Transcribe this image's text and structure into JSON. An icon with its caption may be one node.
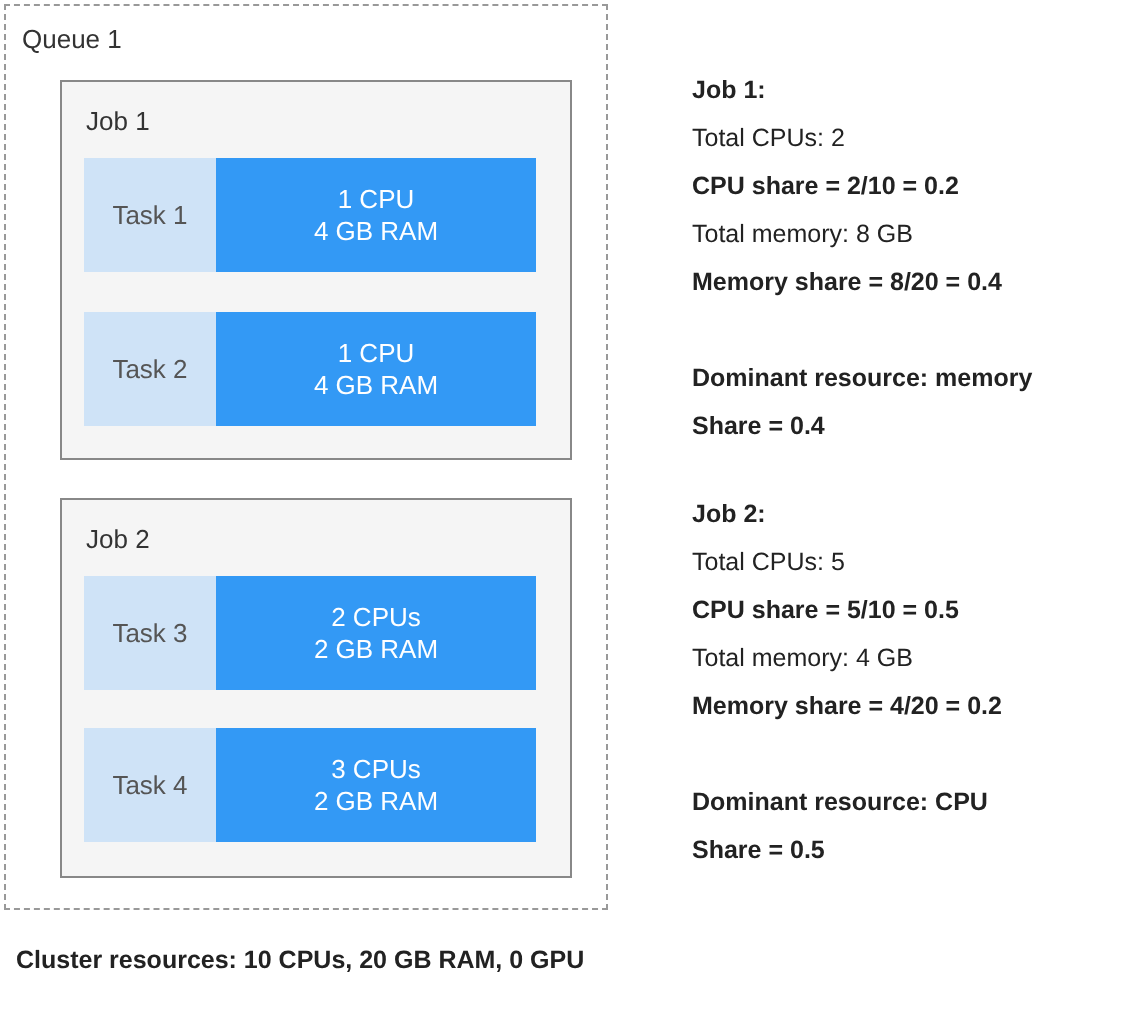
{
  "diagram": {
    "nodes": [
      {
        "text": [
          "Queue 1"
        ]
      },
      {
        "text": [
          "Job 1"
        ],
        "in": 0
      },
      {
        "text": [
          "Task 1"
        ],
        "in": 1
      },
      {
        "text": [
          "1 CPU",
          "4 GB RAM"
        ],
        "in": 1
      },
      {
        "text": [
          "Task 2"
        ],
        "in": 1
      },
      {
        "text": [
          "1 CPU",
          "4 GB RAM"
        ],
        "in": 1
      },
      {
        "text": [
          "Job 2"
        ],
        "in": 0
      },
      {
        "text": [
          "Task 3"
        ],
        "in": 6
      },
      {
        "text": [
          "2 CPUs",
          "2 GB RAM"
        ],
        "in": 6
      },
      {
        "text": [
          "Task 4"
        ],
        "in": 6
      },
      {
        "text": [
          "3 CPUs",
          "2 GB RAM"
        ],
        "in": 6
      }
    ],
    "edges": [],
    "labels": [
      "Job 1:",
      "Total CPUs: 2",
      "CPU share = 2/10 = 0.2",
      "Total memory: 8 GB",
      "Memory share = 8/20 = 0.4",
      "Dominant resource: memory",
      "Share = 0.4",
      "Job 2:",
      "Total CPUs: 5",
      "CPU share = 5/10 = 0.5",
      "Total memory: 4 GB",
      "Memory share = 4/20 = 0.2",
      "Dominant resource: CPU",
      "Share = 0.5",
      "Cluster resources: 10 CPUs, 20 GB RAM, 0 GPU"
    ]
  }
}
